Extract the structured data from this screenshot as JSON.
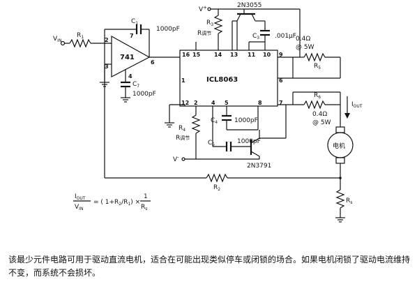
{
  "labels": {
    "vin": "V",
    "vin_sub": "IN",
    "r1": "R",
    "r1_sub": "1",
    "c1": "C",
    "c1_sub": "1",
    "c1_val": "1000pF",
    "opamp": "741",
    "c7": "C",
    "c7_sub": "7",
    "c7_val": "1000pF",
    "vplus": "V",
    "vplus_sup": "+",
    "r3": "R",
    "r3_sub": "3",
    "r3_note": "R",
    "r3_note_suffix": "调节",
    "q1": "2N3055",
    "c3": "C",
    "c3_sub": "3",
    "c3_val": ".001μF",
    "ic": "ICL8063",
    "r5_rating1": "0.4Ω",
    "r5_rating2": "@ 5W",
    "r5": "R",
    "r5_sub": "5",
    "r6": "R",
    "r6_sub": "6",
    "r6_rating1": "0.4Ω",
    "r6_rating2": "@ 5W",
    "iout": "I",
    "iout_sub": "OUT",
    "motor": "电机",
    "r4": "R",
    "r4_sub": "4",
    "r4_note": "R",
    "r4_note_suffix": "调节",
    "c4": "C",
    "c4_sub": "4",
    "c4_val": "1000pF",
    "c5": "C",
    "c5_sub": "5",
    "c5_val": "1000pF",
    "vminus": "V",
    "vminus_sup": "-",
    "q2": "2N3791",
    "r2": "R",
    "r2_sub": "2",
    "rs": "R",
    "rs_sub": "s"
  },
  "pins": {
    "op_2": "2",
    "op_3": "3",
    "op_4": "4",
    "op_6": "6",
    "op_7": "7",
    "ic_1": "1",
    "ic_2": "2",
    "ic_4": "4",
    "ic_5": "5",
    "ic_6": "6",
    "ic_7": "7",
    "ic_8": "8",
    "ic_9": "9",
    "ic_10": "10",
    "ic_11": "11",
    "ic_12": "12",
    "ic_13": "13",
    "ic_14": "14",
    "ic_15": "15",
    "ic_16": "16"
  },
  "formula": {
    "lhs_num": "I",
    "lhs_num_sub": "OUT",
    "lhs_den": "V",
    "lhs_den_sub": "IN",
    "eq": "= ( 1+R",
    "eq_sub1": "2",
    "eq_mid": "/R",
    "eq_sub2": "1",
    "eq_end": ") ×",
    "rhs_num": "1",
    "rhs_den": "R",
    "rhs_den_sub": "s"
  },
  "caption": "该最少元件电路可用于驱动直流电机，适合在可能出现类似停车或闭锁的场合。如果电机闭锁了驱动电流维持不变，而系统不会损坏。"
}
